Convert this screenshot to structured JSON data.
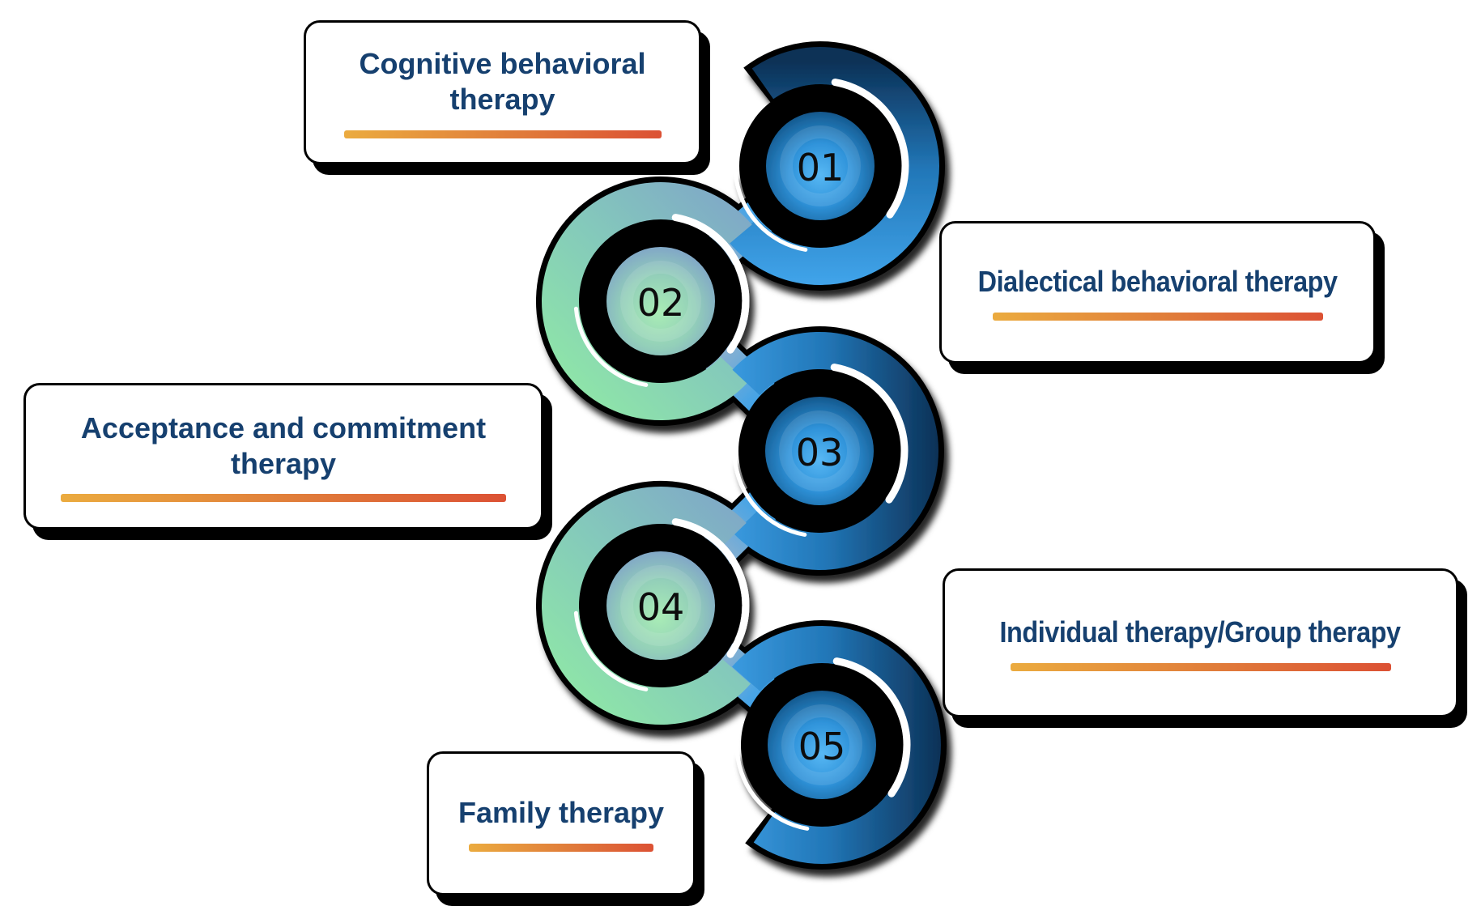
{
  "figure": {
    "type": "process-infographic",
    "subject": "therapy types",
    "steps": [
      {
        "number": "01",
        "label": "Cognitive behavioral therapy"
      },
      {
        "number": "02",
        "label": "Dialectical behavioral therapy"
      },
      {
        "number": "03",
        "label": "Acceptance and commitment therapy"
      },
      {
        "number": "04",
        "label": "Individual therapy/Group therapy"
      },
      {
        "number": "05",
        "label": "Family therapy"
      }
    ],
    "colors": {
      "label_text": "#16406F",
      "card_background": "#FFFFFF",
      "card_border": "#000000",
      "card_shadow": "#000000",
      "underline_start": "#EBAB3F",
      "underline_end": "#DC5134",
      "blue_ring_light": "#3FA2E8",
      "blue_ring_dark": "#0C3156",
      "green_ring_light": "#8FE7A7",
      "green_ring_steel": "#7FA6C8",
      "blue_disc_center": "#58B8F4",
      "blue_disc_edge": "#0A2E52",
      "green_disc_center": "#A9EDB5",
      "green_disc_edge": "#7C9BC3",
      "number_text": "#0D0D0D"
    }
  }
}
